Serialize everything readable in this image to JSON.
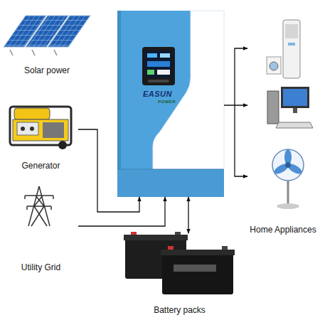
{
  "diagram": {
    "nodes": [
      {
        "text": [
          "Solar power"
        ]
      },
      {
        "text": [
          "Generator"
        ]
      },
      {
        "text": [
          "Utility Grid"
        ]
      },
      {
        "text": [
          "EASUN",
          "POWER"
        ]
      },
      {
        "text": [
          "Home Appliances"
        ]
      },
      {
        "text": [
          "Battery packs"
        ]
      }
    ],
    "edges": [
      {
        "from": 1,
        "to": 3,
        "arrow": "to"
      },
      {
        "from": 2,
        "to": 3,
        "arrow": "to"
      },
      {
        "from": 3,
        "to": 5,
        "arrow": "both"
      },
      {
        "from": 3,
        "to": 4,
        "arrow": "to"
      }
    ]
  }
}
